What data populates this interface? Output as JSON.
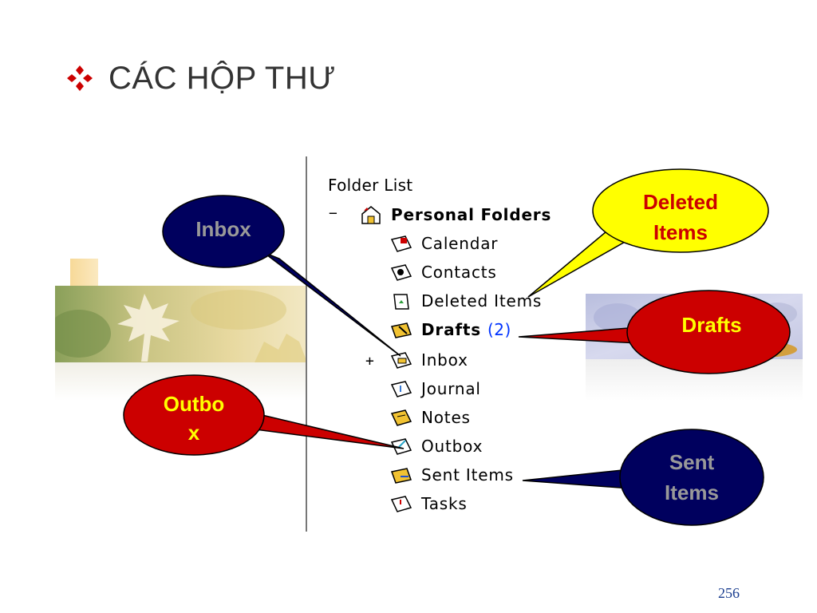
{
  "slide": {
    "title": "CÁC HỘP THƯ",
    "page_number": "256"
  },
  "folder_list": {
    "header": "Folder List",
    "root": {
      "label": "Personal Folders",
      "expander": "−"
    },
    "items": [
      {
        "label": "Calendar",
        "icon": "calendar-folder-icon"
      },
      {
        "label": "Contacts",
        "icon": "contacts-folder-icon"
      },
      {
        "label": "Deleted Items",
        "icon": "deleted-items-folder-icon"
      },
      {
        "label": "Drafts",
        "count": "(2)",
        "icon": "drafts-folder-icon"
      },
      {
        "label": "Inbox",
        "icon": "inbox-folder-icon",
        "expander": "+"
      },
      {
        "label": "Journal",
        "icon": "journal-folder-icon"
      },
      {
        "label": "Notes",
        "icon": "notes-folder-icon"
      },
      {
        "label": "Outbox",
        "icon": "outbox-folder-icon"
      },
      {
        "label": "Sent Items",
        "icon": "sent-items-folder-icon"
      },
      {
        "label": "Tasks",
        "icon": "tasks-folder-icon"
      }
    ]
  },
  "callouts": {
    "inbox": {
      "text": "Inbox",
      "fill": "#00005e",
      "text_color": "#999999"
    },
    "deleted": {
      "line1": "Deleted",
      "line2": "Items",
      "fill": "#ffff00",
      "text_color": "#cc0000"
    },
    "drafts": {
      "text": "Drafts",
      "fill": "#cc0000",
      "text_color": "#ffff00"
    },
    "outbox": {
      "line1": "Outbo",
      "line2": "x",
      "fill": "#cc0000",
      "text_color": "#ffff00"
    },
    "sent": {
      "line1": "Sent",
      "line2": "Items",
      "fill": "#00005e",
      "text_color": "#999999"
    }
  },
  "colors": {
    "bullet": "#cc0000",
    "title": "#333333",
    "page_number": "#1a3d8f"
  }
}
